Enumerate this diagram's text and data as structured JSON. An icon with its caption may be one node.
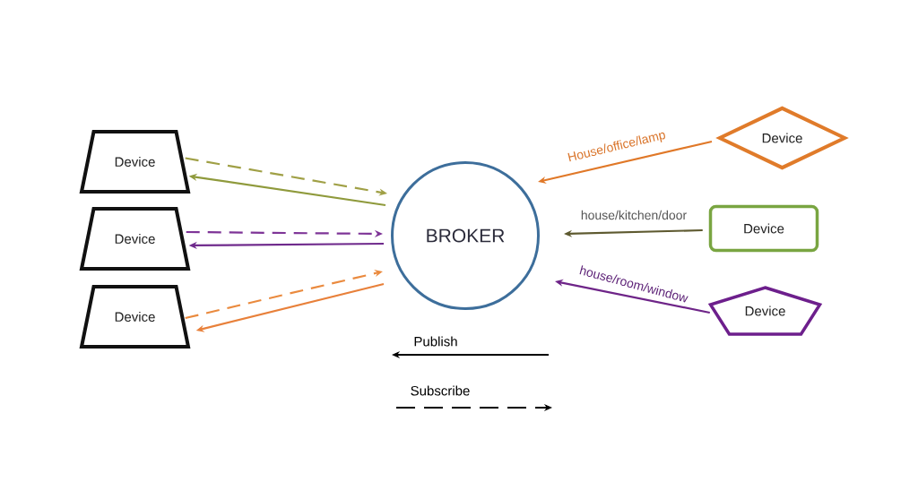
{
  "diagram": {
    "nodes": [
      {
        "text": [
          "Device"
        ]
      },
      {
        "text": [
          "Device"
        ]
      },
      {
        "text": [
          "Device"
        ]
      },
      {
        "text": [
          "BROKER"
        ]
      },
      {
        "text": [
          "Device"
        ]
      },
      {
        "text": [
          "Device"
        ]
      },
      {
        "text": [
          "Device"
        ]
      }
    ],
    "edges": [
      {
        "from": 0,
        "to": 3,
        "arrow": "to",
        "style": "dashed",
        "color": "#a0a046"
      },
      {
        "from": 3,
        "to": 0,
        "arrow": "to",
        "color": "#8f9a3c"
      },
      {
        "from": 1,
        "to": 3,
        "arrow": "to",
        "style": "dashed",
        "color": "#7e3497"
      },
      {
        "from": 3,
        "to": 1,
        "arrow": "to",
        "color": "#6f2a8c"
      },
      {
        "from": 2,
        "to": 3,
        "arrow": "to",
        "style": "dashed",
        "color": "#ea8a3e"
      },
      {
        "from": 3,
        "to": 2,
        "arrow": "to",
        "color": "#e8803a"
      },
      {
        "from": 4,
        "to": 3,
        "arrow": "to",
        "label": "House/office/lamp",
        "color": "#e07828"
      },
      {
        "from": 5,
        "to": 3,
        "arrow": "to",
        "label": "house/kitchen/door",
        "color": "#5e5a30"
      },
      {
        "from": 6,
        "to": 3,
        "arrow": "to",
        "label": "house/room/window",
        "color": "#6e2488"
      }
    ],
    "legend": [
      {
        "text": "Publish"
      },
      {
        "text": "Subscribe"
      }
    ]
  }
}
